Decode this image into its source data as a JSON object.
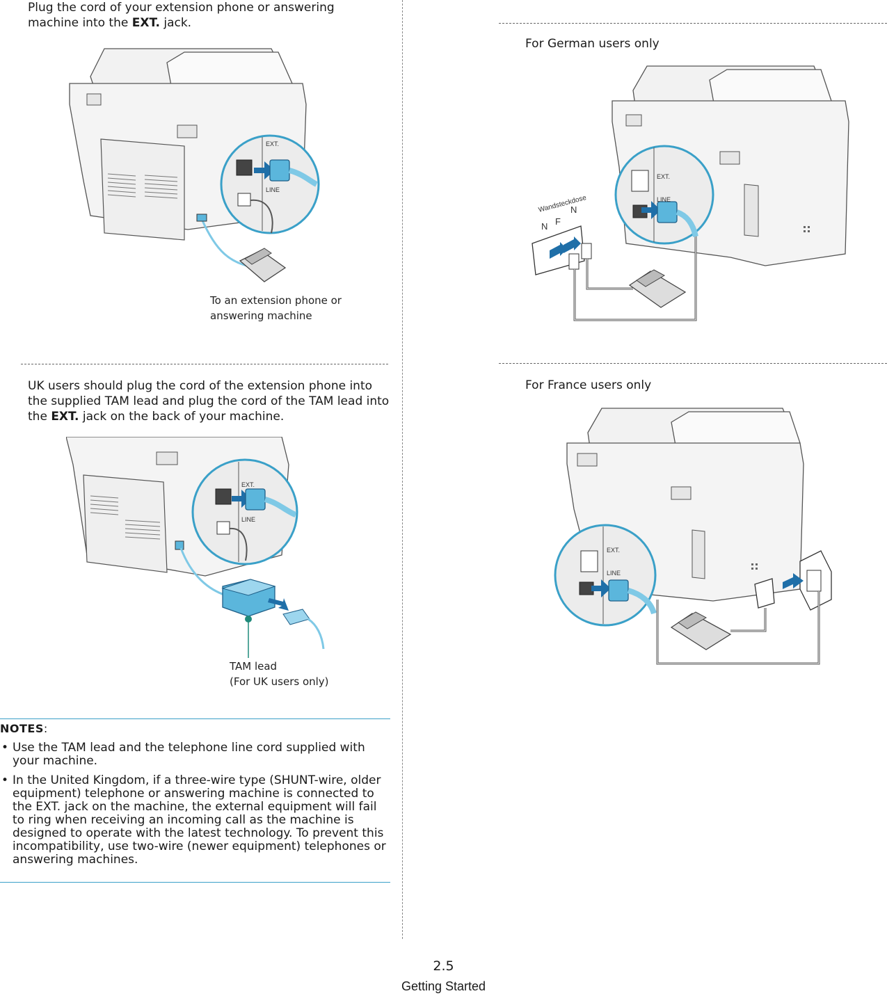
{
  "left": {
    "step1": {
      "text_before": "Plug the cord of your extension phone or answering machine into the ",
      "bold": "EXT.",
      "text_after": " jack.",
      "fig_caption_line1": "To an extension phone or",
      "fig_caption_line2": "answering machine"
    },
    "step2": {
      "text_before": "UK users should plug the cord of the extension phone into the supplied TAM lead and plug the cord of the TAM lead into the ",
      "bold": "EXT.",
      "text_after": " jack on the back of your machine.",
      "fig_caption_line1": "TAM lead",
      "fig_caption_line2": "(For UK users only)"
    },
    "notes": {
      "title": "NOTES",
      "colon": ":",
      "items": [
        "Use the TAM lead and the telephone line cord supplied with your machine.",
        "In the United Kingdom, if a three-wire type (SHUNT-wire, older equipment) telephone or answering machine is connected to the EXT. jack on the machine, the external equipment will fail to ring when receiving an incoming call as the machine is designed to operate with the latest technology. To prevent this incompatibility, use two-wire (newer equipment) telephones or answering machines."
      ]
    }
  },
  "right": {
    "german": {
      "label": "For German users only",
      "socket_label": "Wandsteckdose",
      "socket_letters": [
        "N",
        "F",
        "N"
      ]
    },
    "france": {
      "label": "For France users only"
    }
  },
  "jack_labels": {
    "ext": "EXT.",
    "line": "LINE"
  },
  "footer": {
    "page_number": "2.5",
    "section": "Getting Started"
  },
  "colors": {
    "accent": "#3aa0c8",
    "cable": "#7fc9e6",
    "plug": "#5bb6dc",
    "tam_marker": "#1f8a7a"
  }
}
